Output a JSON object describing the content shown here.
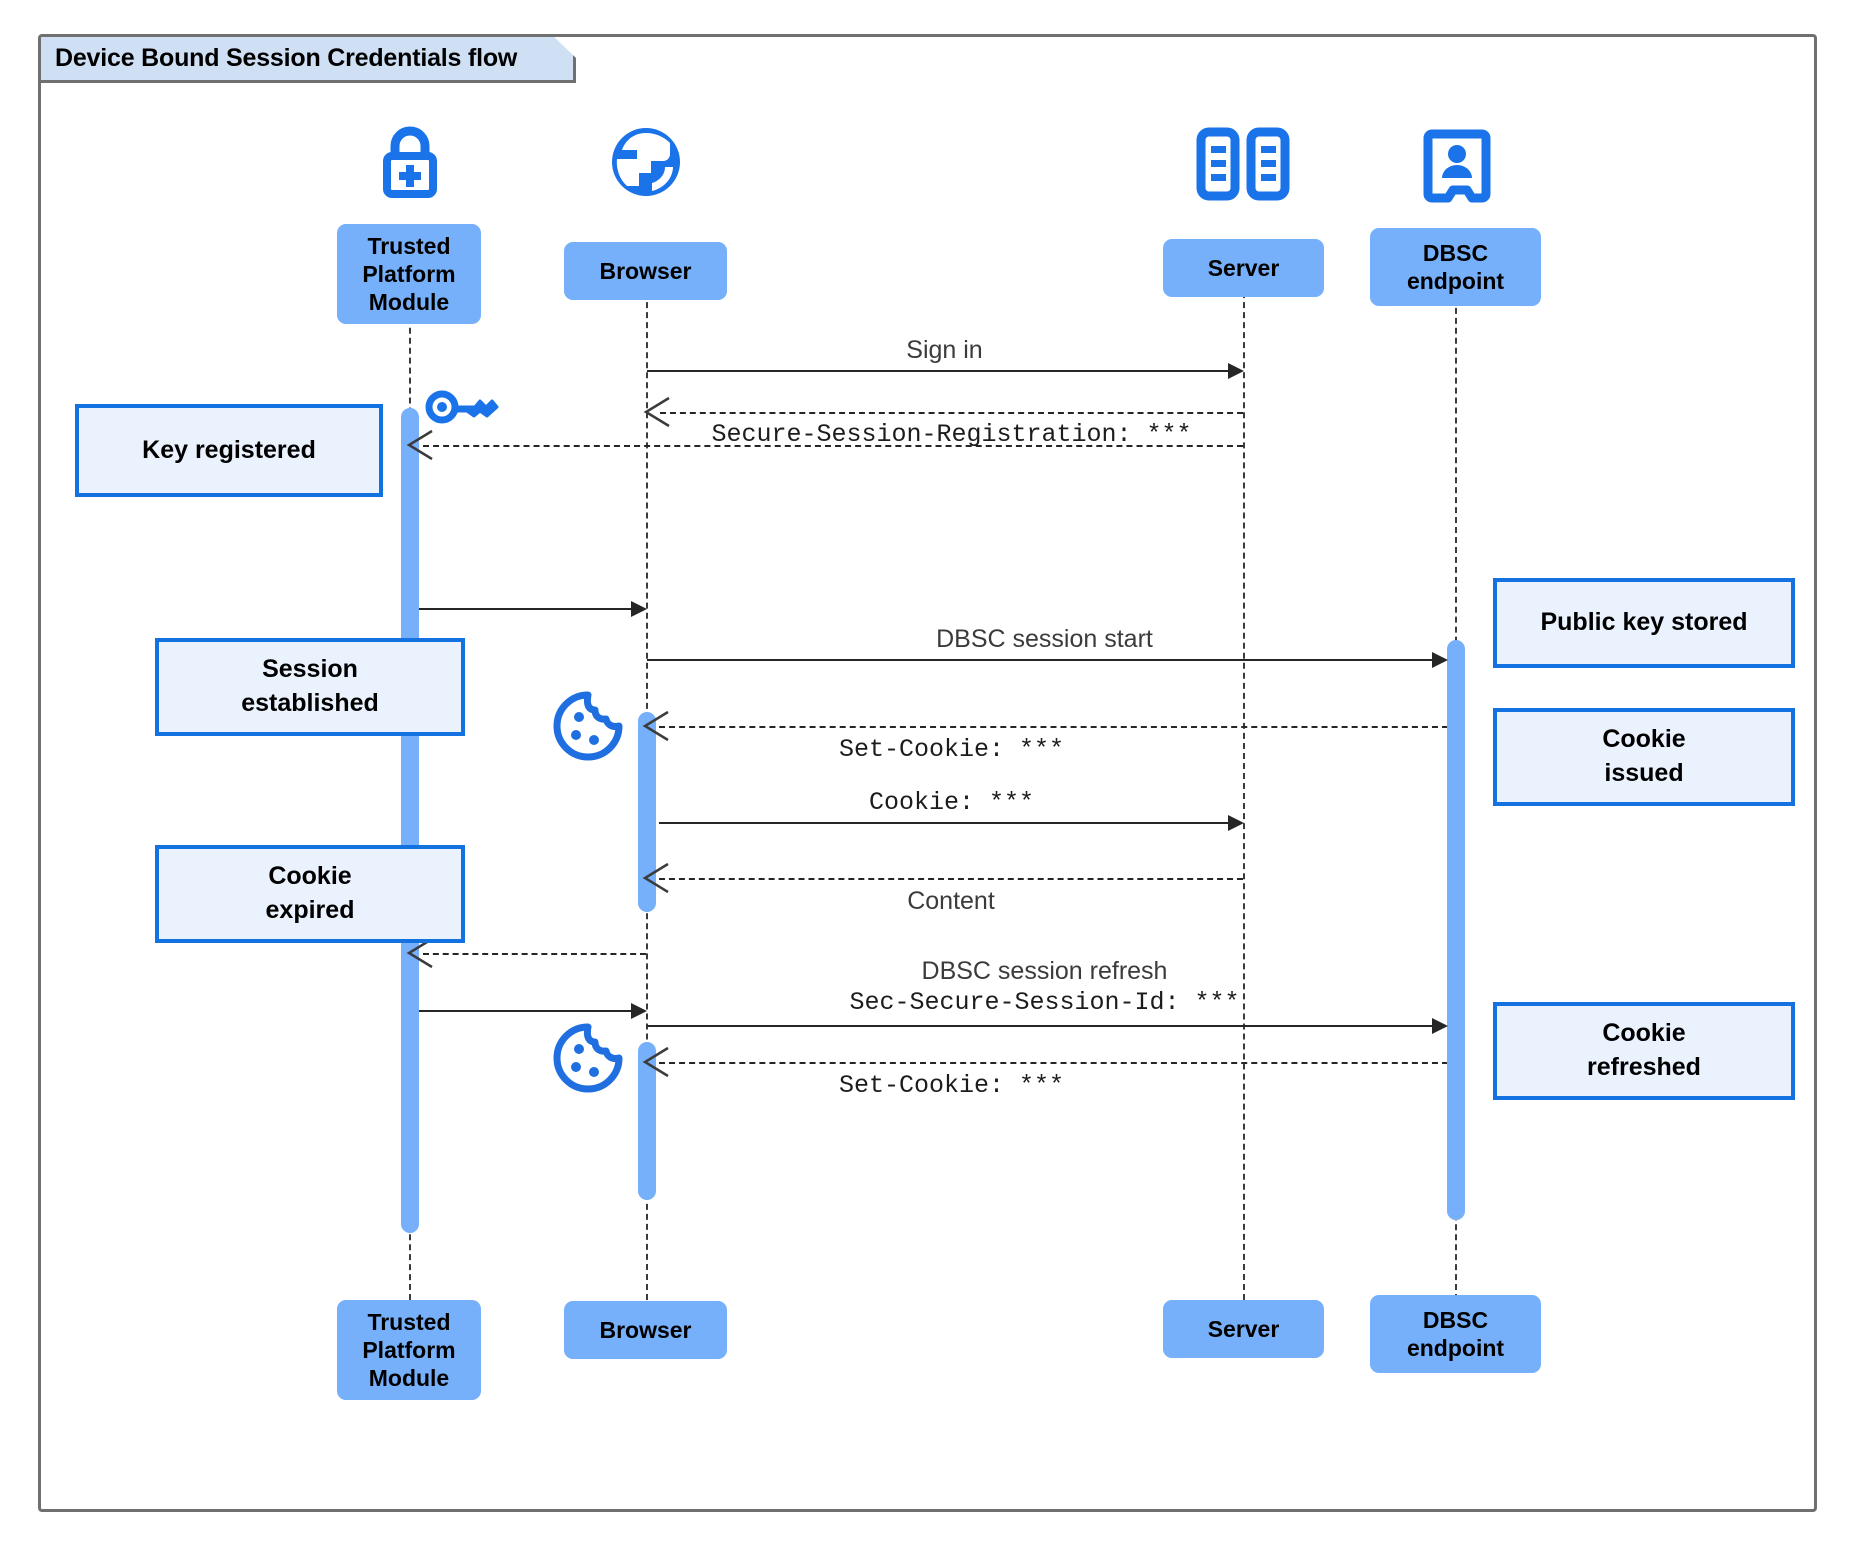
{
  "diagram": {
    "title": "Device Bound Session Credentials flow",
    "type": "uml-sequence-diagram",
    "colors": {
      "participant_fill": "#76b0fa",
      "note_fill": "#eaf2fe",
      "note_border": "#1472e0",
      "icon_blue": "#1a73e8",
      "frame_border": "#707070",
      "title_tab_fill": "#cfe0f5",
      "line": "#262626"
    }
  },
  "participants": [
    {
      "id": "tpm",
      "label": "Trusted\nPlatform\nModule",
      "icon": "lock-plus-icon"
    },
    {
      "id": "browser",
      "label": "Browser",
      "icon": "globe-icon"
    },
    {
      "id": "server",
      "label": "Server",
      "icon": "server-racks-icon"
    },
    {
      "id": "dbsc",
      "label": "DBSC\nendpoint",
      "icon": "id-badge-icon"
    }
  ],
  "participants_bottom": [
    {
      "id": "tpm",
      "label": "Trusted\nPlatform\nModule"
    },
    {
      "id": "browser",
      "label": "Browser"
    },
    {
      "id": "server",
      "label": "Server"
    },
    {
      "id": "dbsc",
      "label": "DBSC\nendpoint"
    }
  ],
  "messages": [
    {
      "id": "m1",
      "from": "browser",
      "to": "server",
      "label": "Sign in",
      "style": "solid",
      "font": "sans"
    },
    {
      "id": "m2",
      "from": "server",
      "to": "browser",
      "label": "Secure-Session-Registration: ***",
      "style": "dashed",
      "font": "mono"
    },
    {
      "id": "m3",
      "from": "server",
      "to": "tpm",
      "label": "",
      "style": "dashed",
      "font": "mono"
    },
    {
      "id": "m4",
      "from": "tpm",
      "to": "browser",
      "label": "",
      "style": "solid",
      "font": "sans"
    },
    {
      "id": "m5",
      "from": "browser",
      "to": "dbsc",
      "label": "DBSC session start",
      "style": "solid",
      "font": "sans"
    },
    {
      "id": "m6",
      "from": "dbsc",
      "to": "browser",
      "label": "Set-Cookie: ***",
      "style": "dashed",
      "font": "mono"
    },
    {
      "id": "m7",
      "from": "browser",
      "to": "server",
      "label": "Cookie: ***",
      "style": "solid",
      "font": "mono"
    },
    {
      "id": "m8",
      "from": "server",
      "to": "browser",
      "label": "Content",
      "style": "dashed",
      "font": "sans"
    },
    {
      "id": "m9",
      "from": "browser",
      "to": "tpm",
      "label": "",
      "style": "dashed",
      "font": "sans"
    },
    {
      "id": "m10",
      "from": "tpm",
      "to": "browser",
      "label": "",
      "style": "solid",
      "font": "sans"
    },
    {
      "id": "m11",
      "from": "browser",
      "to": "dbsc",
      "label_line1": "DBSC session refresh",
      "label_line2": "Sec-Secure-Session-Id: ***",
      "style": "solid",
      "font": "mixed"
    },
    {
      "id": "m12",
      "from": "dbsc",
      "to": "browser",
      "label": "Set-Cookie: ***",
      "style": "dashed",
      "font": "mono"
    }
  ],
  "notes": [
    {
      "id": "n1",
      "text": "Key registered",
      "anchor": "tpm",
      "lines": 1
    },
    {
      "id": "n2",
      "text": "Session\nestablished",
      "anchor": "tpm",
      "lines": 2
    },
    {
      "id": "n3",
      "text": "Cookie\nexpired",
      "anchor": "tpm",
      "lines": 2
    },
    {
      "id": "n4",
      "text": "Public key stored",
      "anchor": "dbsc",
      "lines": 1
    },
    {
      "id": "n5",
      "text": "Cookie\nissued",
      "anchor": "dbsc",
      "lines": 2
    },
    {
      "id": "n6",
      "text": "Cookie\nrefreshed",
      "anchor": "dbsc",
      "lines": 2
    }
  ],
  "inline_icons": [
    {
      "id": "key1",
      "name": "key-icon",
      "near": "tpm-activation"
    },
    {
      "id": "cookie1",
      "name": "cookie-icon",
      "near": "browser-activation-session"
    },
    {
      "id": "cookie2",
      "name": "cookie-icon",
      "near": "browser-activation-refresh"
    }
  ]
}
